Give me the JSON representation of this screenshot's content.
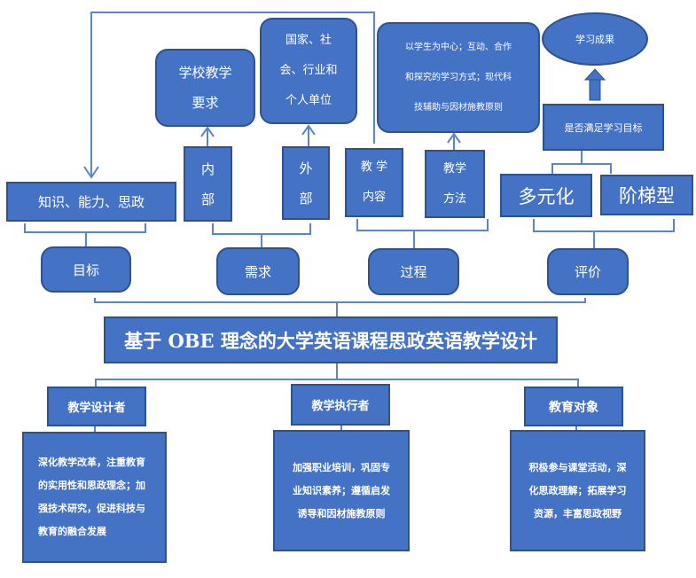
{
  "top": {
    "knowledge": "知识、能力、思政",
    "school": "学校教学\n要求",
    "society": "国家、社\n会、行业和\n个人单位",
    "internal": "内\n部",
    "external": "外\n部",
    "content": "教 学\n内容",
    "method": "教学\n方法",
    "method_detail": "以学生为中心；互动、合作\n和探究的学习方式；现代科\n技辅助与因材施教原则",
    "outcome": "学习成果",
    "meet_goal": "是否满足学习目标",
    "diverse": "多元化",
    "tiered": "阶梯型"
  },
  "categories": [
    "目标",
    "需求",
    "过程",
    "评价"
  ],
  "title": "基于 OBE 理念的大学英语课程思政英语教学设计",
  "roles": [
    {
      "name": "教学设计者",
      "detail": "深化教学改革，注重教育\n的实用性和思政理念；加\n强技术研究，促进科技与\n教育的融合发展"
    },
    {
      "name": "教学执行者",
      "detail": "加强职业培训，巩固专\n业知识素养；遵循启发\n诱导和因材施教原则"
    },
    {
      "name": "教育对象",
      "detail": "积极参与课堂活动，深\n化思政理解；拓展学习\n资源，丰富思政视野"
    }
  ],
  "colors": {
    "fill": "#4472c4",
    "border": "#2f528f",
    "line": "#5b84d0"
  }
}
